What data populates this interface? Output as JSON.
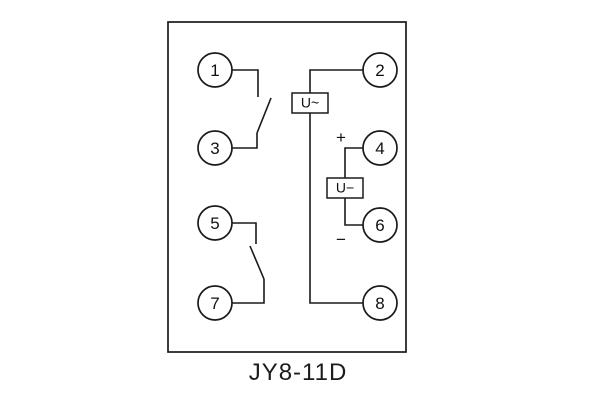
{
  "diagram": {
    "caption": "JY8-11D",
    "terminals": {
      "t1": "1",
      "t2": "2",
      "t3": "3",
      "t4": "4",
      "t5": "5",
      "t6": "6",
      "t7": "7",
      "t8": "8"
    },
    "labels": {
      "ac_voltage": "U~",
      "dc_voltage": "U−",
      "polarity_plus": "+",
      "polarity_minus": "−"
    }
  }
}
